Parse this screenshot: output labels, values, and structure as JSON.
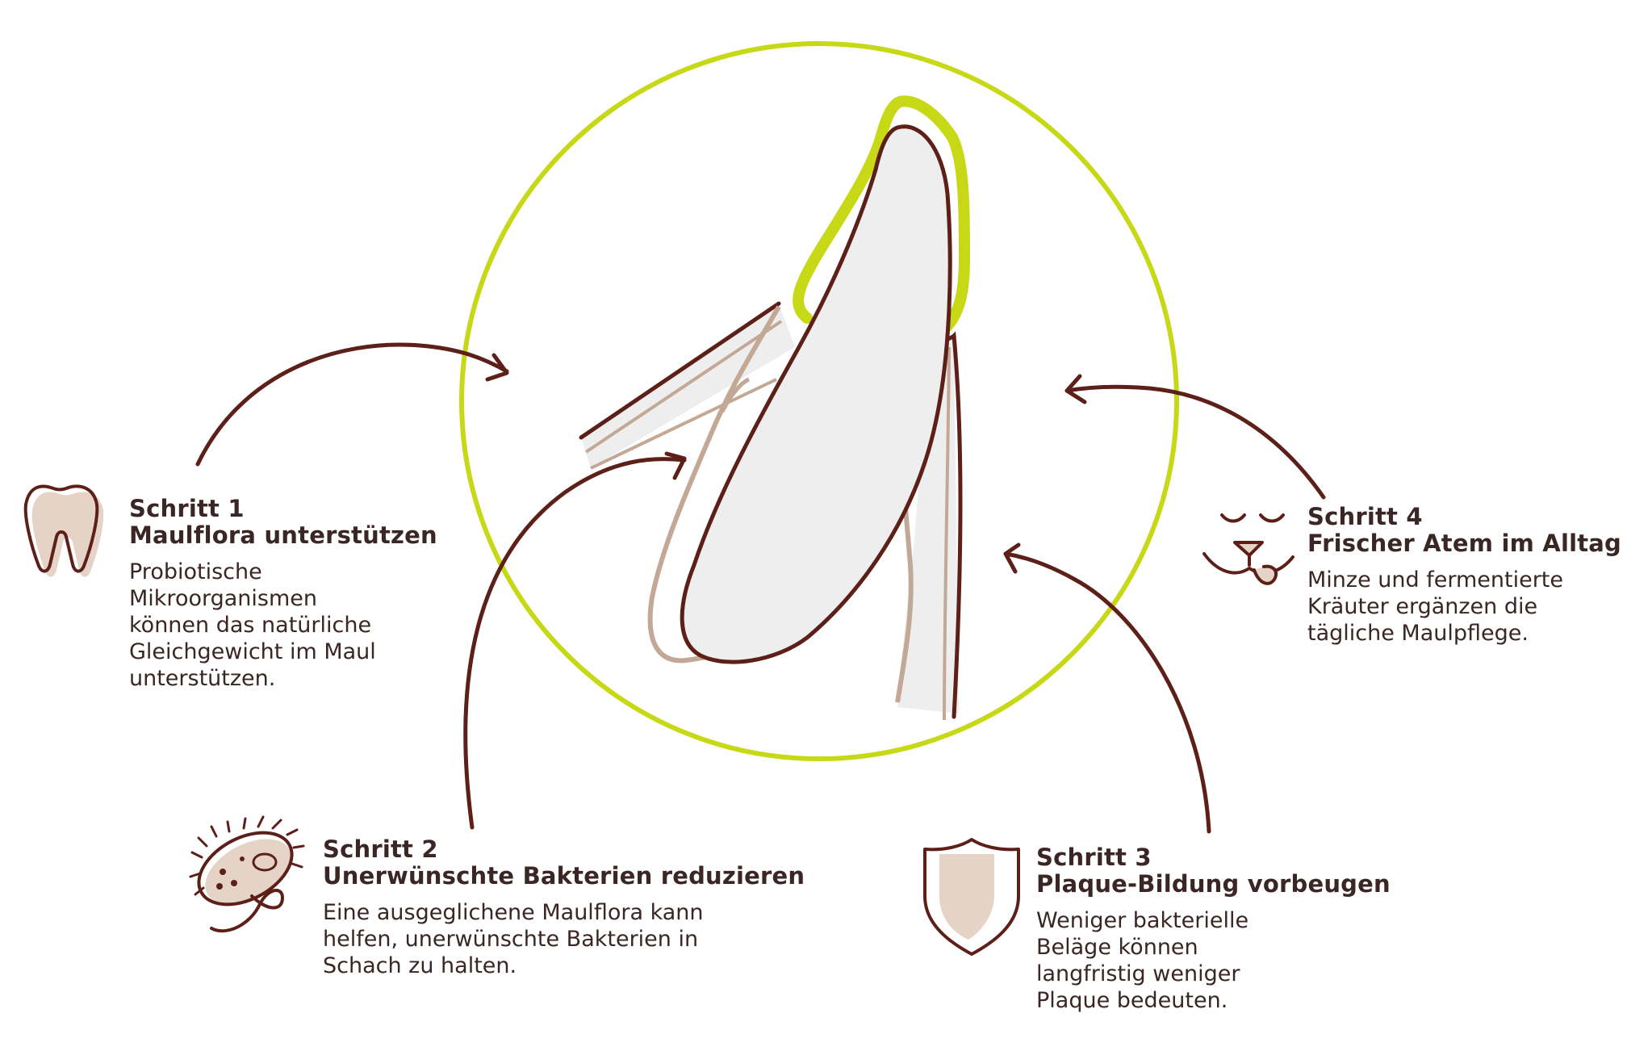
{
  "colors": {
    "circle": "#c6d816",
    "stroke": "#5c2018",
    "tan": "#c3a896",
    "fill_tan": "#e4d3c6",
    "gum": "#eeeeee",
    "text": "#3a2624"
  },
  "steps": [
    {
      "id": "step1",
      "icon": "tooth-icon",
      "label": "Schritt 1",
      "heading": "Maulflora unterstützen",
      "text": "Probiotische\nMikroorganismen\nkönnen das natürliche\nGleichgewicht im Maul\nunterstützen."
    },
    {
      "id": "step2",
      "icon": "bacteria-icon",
      "label": "Schritt 2",
      "heading": "Unerwünschte Bakterien reduzieren",
      "text": "Eine ausgeglichene Maulflora kann\nhelfen, unerwünschte Bakterien in\nSchach zu halten."
    },
    {
      "id": "step3",
      "icon": "shield-icon",
      "label": "Schritt 3",
      "heading": "Plaque-Bildung vorbeugen",
      "text": "Weniger bakterielle\nBeläge können\nlangfristig weniger\nPlaque bedeuten."
    },
    {
      "id": "step4",
      "icon": "dog-face-icon",
      "label": "Schritt 4",
      "heading": "Frischer Atem im Alltag",
      "text": "Minze und fermentierte\nKräuter ergänzen die\ntägliche Maulpflege."
    }
  ]
}
